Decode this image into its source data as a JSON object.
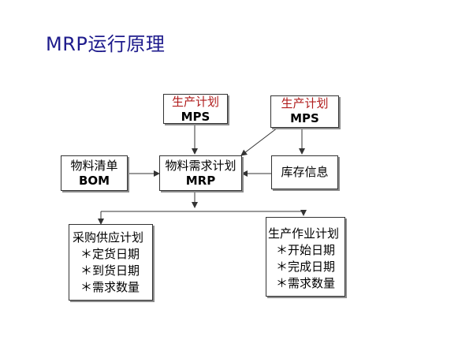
{
  "title": "MRP运行原理",
  "nodes": {
    "mps_left": {
      "line1": "生产计划",
      "line2": "MPS"
    },
    "mps_right": {
      "line1": "生产计划",
      "line2": "MPS"
    },
    "bom": {
      "line1": "物料清单",
      "line2": "BOM"
    },
    "mrp": {
      "line1": "物料需求计划",
      "line2": "MRP"
    },
    "inventory": {
      "line1": "库存信息"
    },
    "purchase": {
      "header": "采购供应计划",
      "items": [
        "＊定货日期",
        "＊到货日期",
        "＊需求数量"
      ]
    },
    "production": {
      "header": "生产作业计划",
      "items": [
        "＊开始日期",
        "＊完成日期",
        "＊需求数量"
      ]
    }
  },
  "colors": {
    "title": "#1e1b8c",
    "accent_red": "#b01c1c",
    "line": "#333333"
  }
}
